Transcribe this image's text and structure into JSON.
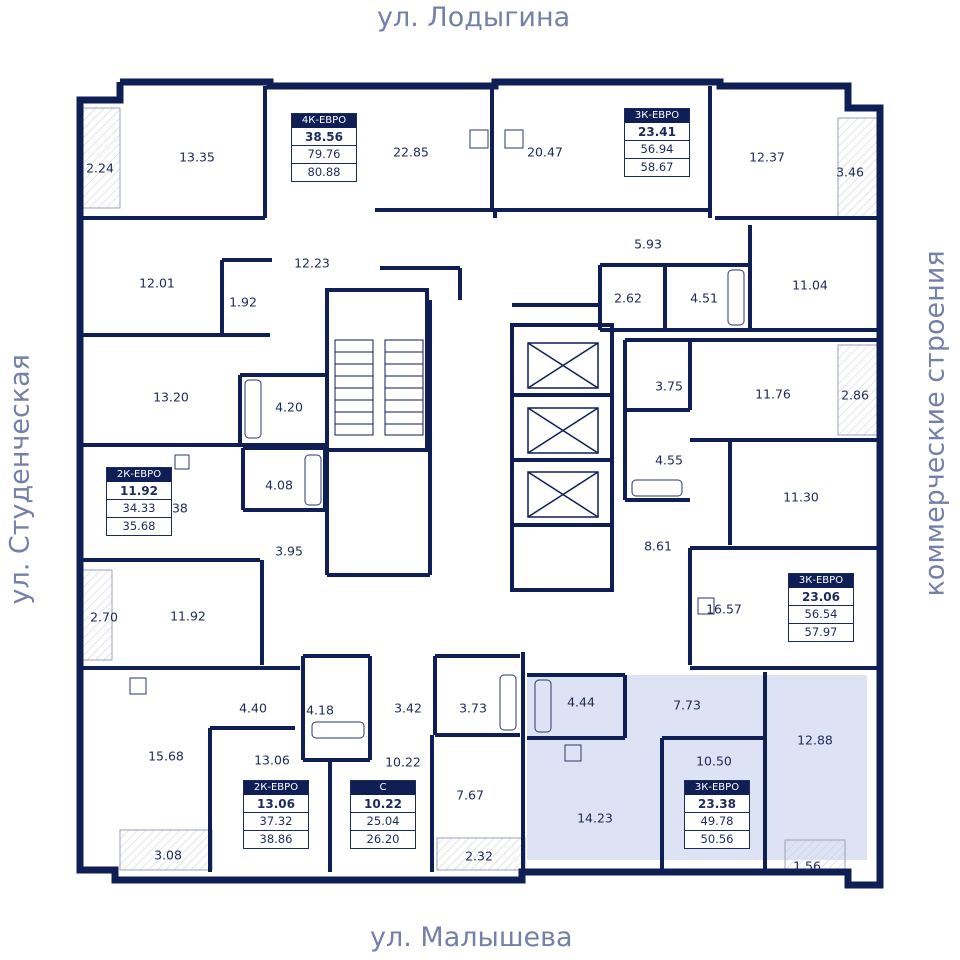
{
  "streets": {
    "top": "ул. Лодыгина",
    "bottom": "ул. Малышева",
    "left": "ул. Студенческая",
    "right": "коммерческие строения"
  },
  "rooms": [
    {
      "id": "r1",
      "label": "13.35"
    },
    {
      "id": "r2",
      "label": "22.85"
    },
    {
      "id": "r3",
      "label": "20.47"
    },
    {
      "id": "r4",
      "label": "12.37"
    },
    {
      "id": "r5",
      "label": "2.24"
    },
    {
      "id": "r6",
      "label": "3.46"
    },
    {
      "id": "r7",
      "label": "12.01"
    },
    {
      "id": "r8",
      "label": "12.23"
    },
    {
      "id": "r9",
      "label": "1.92"
    },
    {
      "id": "r10",
      "label": "5.93"
    },
    {
      "id": "r11",
      "label": "2.62"
    },
    {
      "id": "r12",
      "label": "4.51"
    },
    {
      "id": "r13",
      "label": "11.04"
    },
    {
      "id": "r14",
      "label": "13.20"
    },
    {
      "id": "r15",
      "label": "4.20"
    },
    {
      "id": "r16",
      "label": "3.75"
    },
    {
      "id": "r17",
      "label": "11.76"
    },
    {
      "id": "r18",
      "label": "2.86"
    },
    {
      "id": "r19",
      "label": "4.08"
    },
    {
      "id": "r20",
      "label": "14.38"
    },
    {
      "id": "r21",
      "label": "4.55"
    },
    {
      "id": "r22",
      "label": "11.30"
    },
    {
      "id": "r23",
      "label": "3.95"
    },
    {
      "id": "r24",
      "label": "8.61"
    },
    {
      "id": "r25",
      "label": "2.70"
    },
    {
      "id": "r26",
      "label": "11.92"
    },
    {
      "id": "r27",
      "label": "16.57"
    },
    {
      "id": "r28",
      "label": "4.40"
    },
    {
      "id": "r29",
      "label": "4.18"
    },
    {
      "id": "r30",
      "label": "3.42"
    },
    {
      "id": "r31",
      "label": "3.73"
    },
    {
      "id": "r32",
      "label": "4.44"
    },
    {
      "id": "r33",
      "label": "7.73"
    },
    {
      "id": "r34",
      "label": "12.88"
    },
    {
      "id": "r35",
      "label": "15.68"
    },
    {
      "id": "r36",
      "label": "13.06"
    },
    {
      "id": "r37",
      "label": "10.22"
    },
    {
      "id": "r38",
      "label": "7.67"
    },
    {
      "id": "r39",
      "label": "10.50"
    },
    {
      "id": "r40",
      "label": "14.23"
    },
    {
      "id": "r41",
      "label": "3.08"
    },
    {
      "id": "r42",
      "label": "2.32"
    },
    {
      "id": "r43",
      "label": "1.56"
    }
  ],
  "apartments": [
    {
      "id": "a1",
      "type": "4К-ЕВРО",
      "living": "38.56",
      "area1": "79.76",
      "area2": "80.88"
    },
    {
      "id": "a2",
      "type": "3К-ЕВРО",
      "living": "23.41",
      "area1": "56.94",
      "area2": "58.67"
    },
    {
      "id": "a3",
      "type": "2К-ЕВРО",
      "living": "11.92",
      "area1": "34.33",
      "area2": "35.68"
    },
    {
      "id": "a4",
      "type": "3К-ЕВРО",
      "living": "23.06",
      "area1": "56.54",
      "area2": "57.97"
    },
    {
      "id": "a5",
      "type": "2К-ЕВРО",
      "living": "13.06",
      "area1": "37.32",
      "area2": "38.86"
    },
    {
      "id": "a6",
      "type": "С",
      "living": "10.22",
      "area1": "25.04",
      "area2": "26.20"
    },
    {
      "id": "a7",
      "type": "3К-ЕВРО",
      "living": "23.38",
      "area1": "49.78",
      "area2": "50.56"
    }
  ],
  "colors": {
    "wall": "#0f1e55",
    "highlight": "#dde3f4",
    "balcony": "#eef0f4",
    "text": "#1e2a55"
  }
}
